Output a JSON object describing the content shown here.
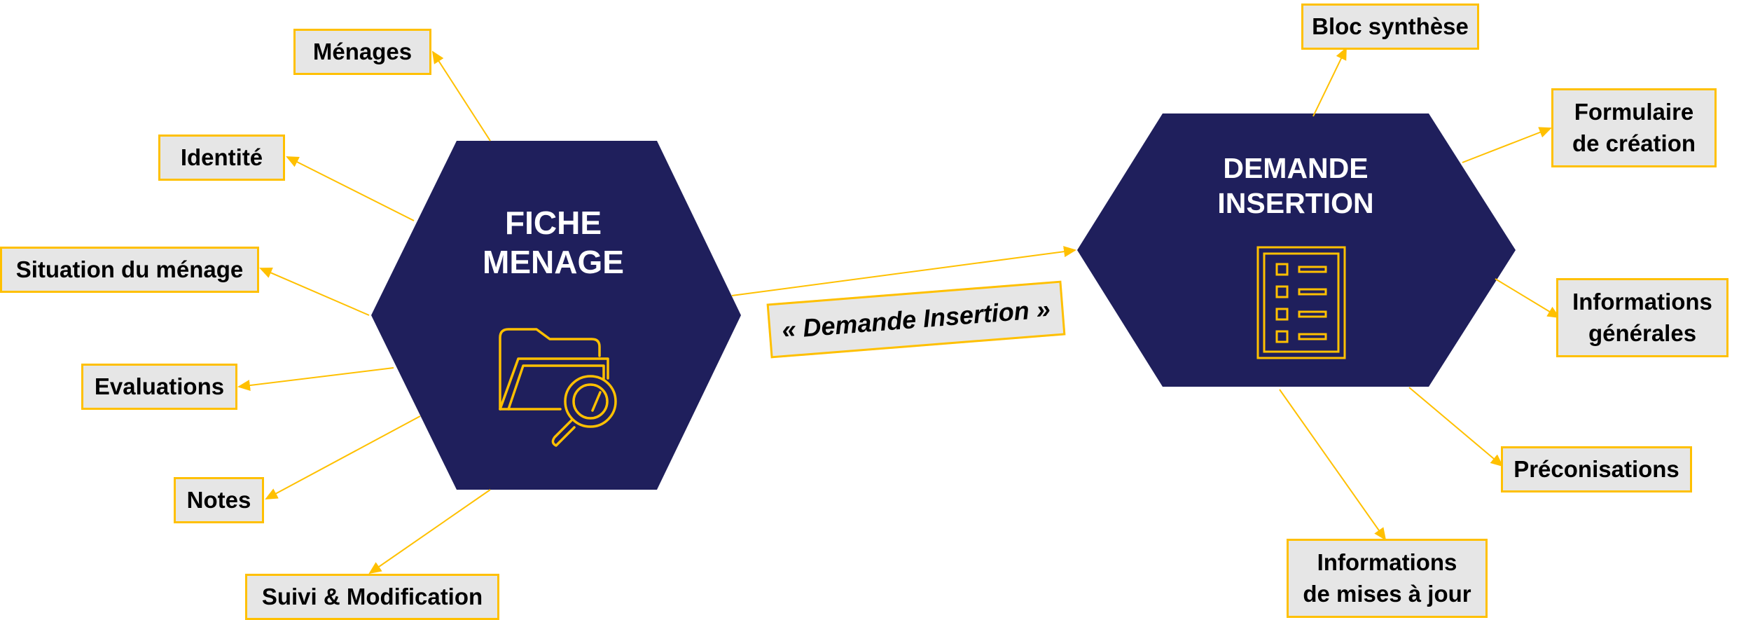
{
  "colors": {
    "hexagon_fill": "#1f1f5c",
    "accent": "#ffc000",
    "label_fill": "#e6e6e6",
    "hexagon_text": "#ffffff"
  },
  "left_node": {
    "title_line1": "FICHE",
    "title_line2": "MENAGE",
    "icon": "folder-search-icon",
    "branches": [
      {
        "label": "Ménages"
      },
      {
        "label": "Identité"
      },
      {
        "label": "Situation du ménage"
      },
      {
        "label": "Evaluations"
      },
      {
        "label": "Notes"
      },
      {
        "label": "Suivi & Modification"
      }
    ]
  },
  "connector": {
    "label": "« Demande Insertion »"
  },
  "right_node": {
    "title_line1": "DEMANDE",
    "title_line2": "INSERTION",
    "icon": "checklist-icon",
    "branches": [
      {
        "label": "Bloc synthèse"
      },
      {
        "label": "Formulaire\nde création"
      },
      {
        "label": "Informations\ngénérales"
      },
      {
        "label": "Préconisations"
      },
      {
        "label": "Informations\nde mises à jour"
      }
    ]
  }
}
